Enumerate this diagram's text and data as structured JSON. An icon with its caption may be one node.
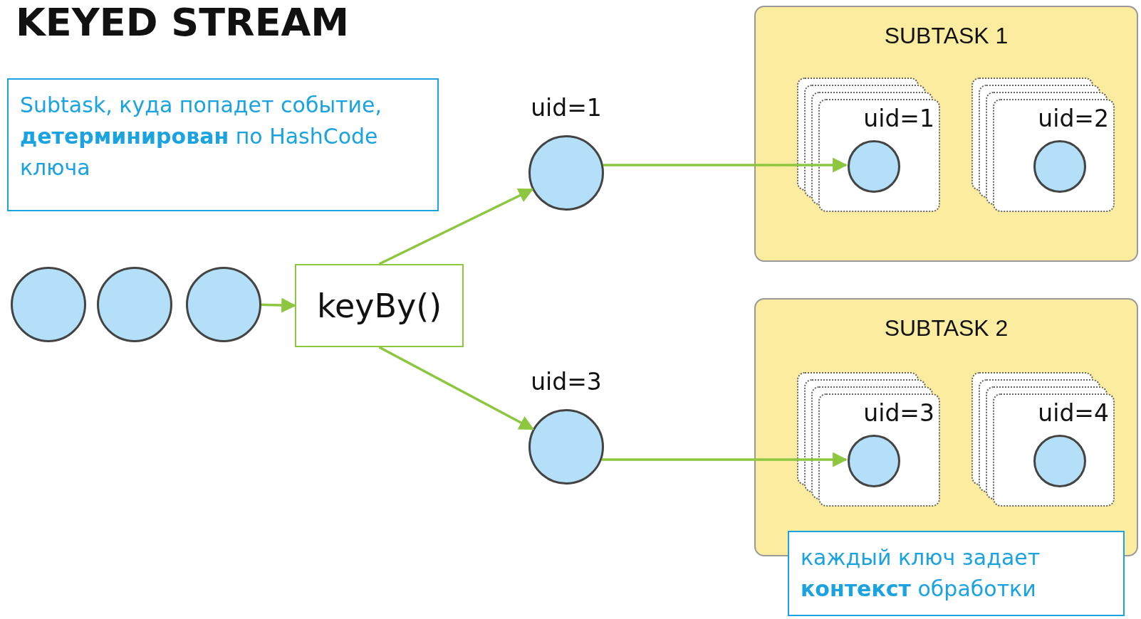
{
  "diagram": {
    "title": "KEYED STREAM",
    "nodes": [
      {
        "text": [
          "Subtask, куда попадет событие, **детерминирован** по HashCode ключа"
        ]
      },
      {
        "text": [],
        "shape": "circle"
      },
      {
        "text": [],
        "shape": "circle"
      },
      {
        "text": [],
        "shape": "circle"
      },
      {
        "text": [
          "keyBy()"
        ]
      },
      {
        "text": [
          "uid=1"
        ]
      },
      {
        "text": [
          "uid=3"
        ]
      },
      {
        "text": [
          "SUBTASK 1"
        ]
      },
      {
        "text": [
          "uid=1"
        ],
        "in": 7
      },
      {
        "text": [],
        "shape": "circle",
        "in": 8
      },
      {
        "text": [
          "uid=2"
        ],
        "in": 7
      },
      {
        "text": [],
        "shape": "circle",
        "in": 10
      },
      {
        "text": [
          "SUBTASK 2"
        ]
      },
      {
        "text": [
          "uid=3"
        ],
        "in": 12
      },
      {
        "text": [],
        "shape": "circle",
        "in": 13
      },
      {
        "text": [
          "uid=4"
        ],
        "in": 12
      },
      {
        "text": [],
        "shape": "circle",
        "in": 15
      },
      {
        "text": [
          "каждый ключ задает **контекст** обработки"
        ]
      }
    ],
    "edges": [
      {
        "from": 3,
        "to": 4,
        "arrow": "to"
      },
      {
        "from": 4,
        "to": 5,
        "arrow": "to"
      },
      {
        "from": 4,
        "to": 6,
        "arrow": "to"
      },
      {
        "from": 5,
        "to": 9,
        "arrow": "to"
      },
      {
        "from": 6,
        "to": 14,
        "arrow": "to"
      }
    ]
  }
}
